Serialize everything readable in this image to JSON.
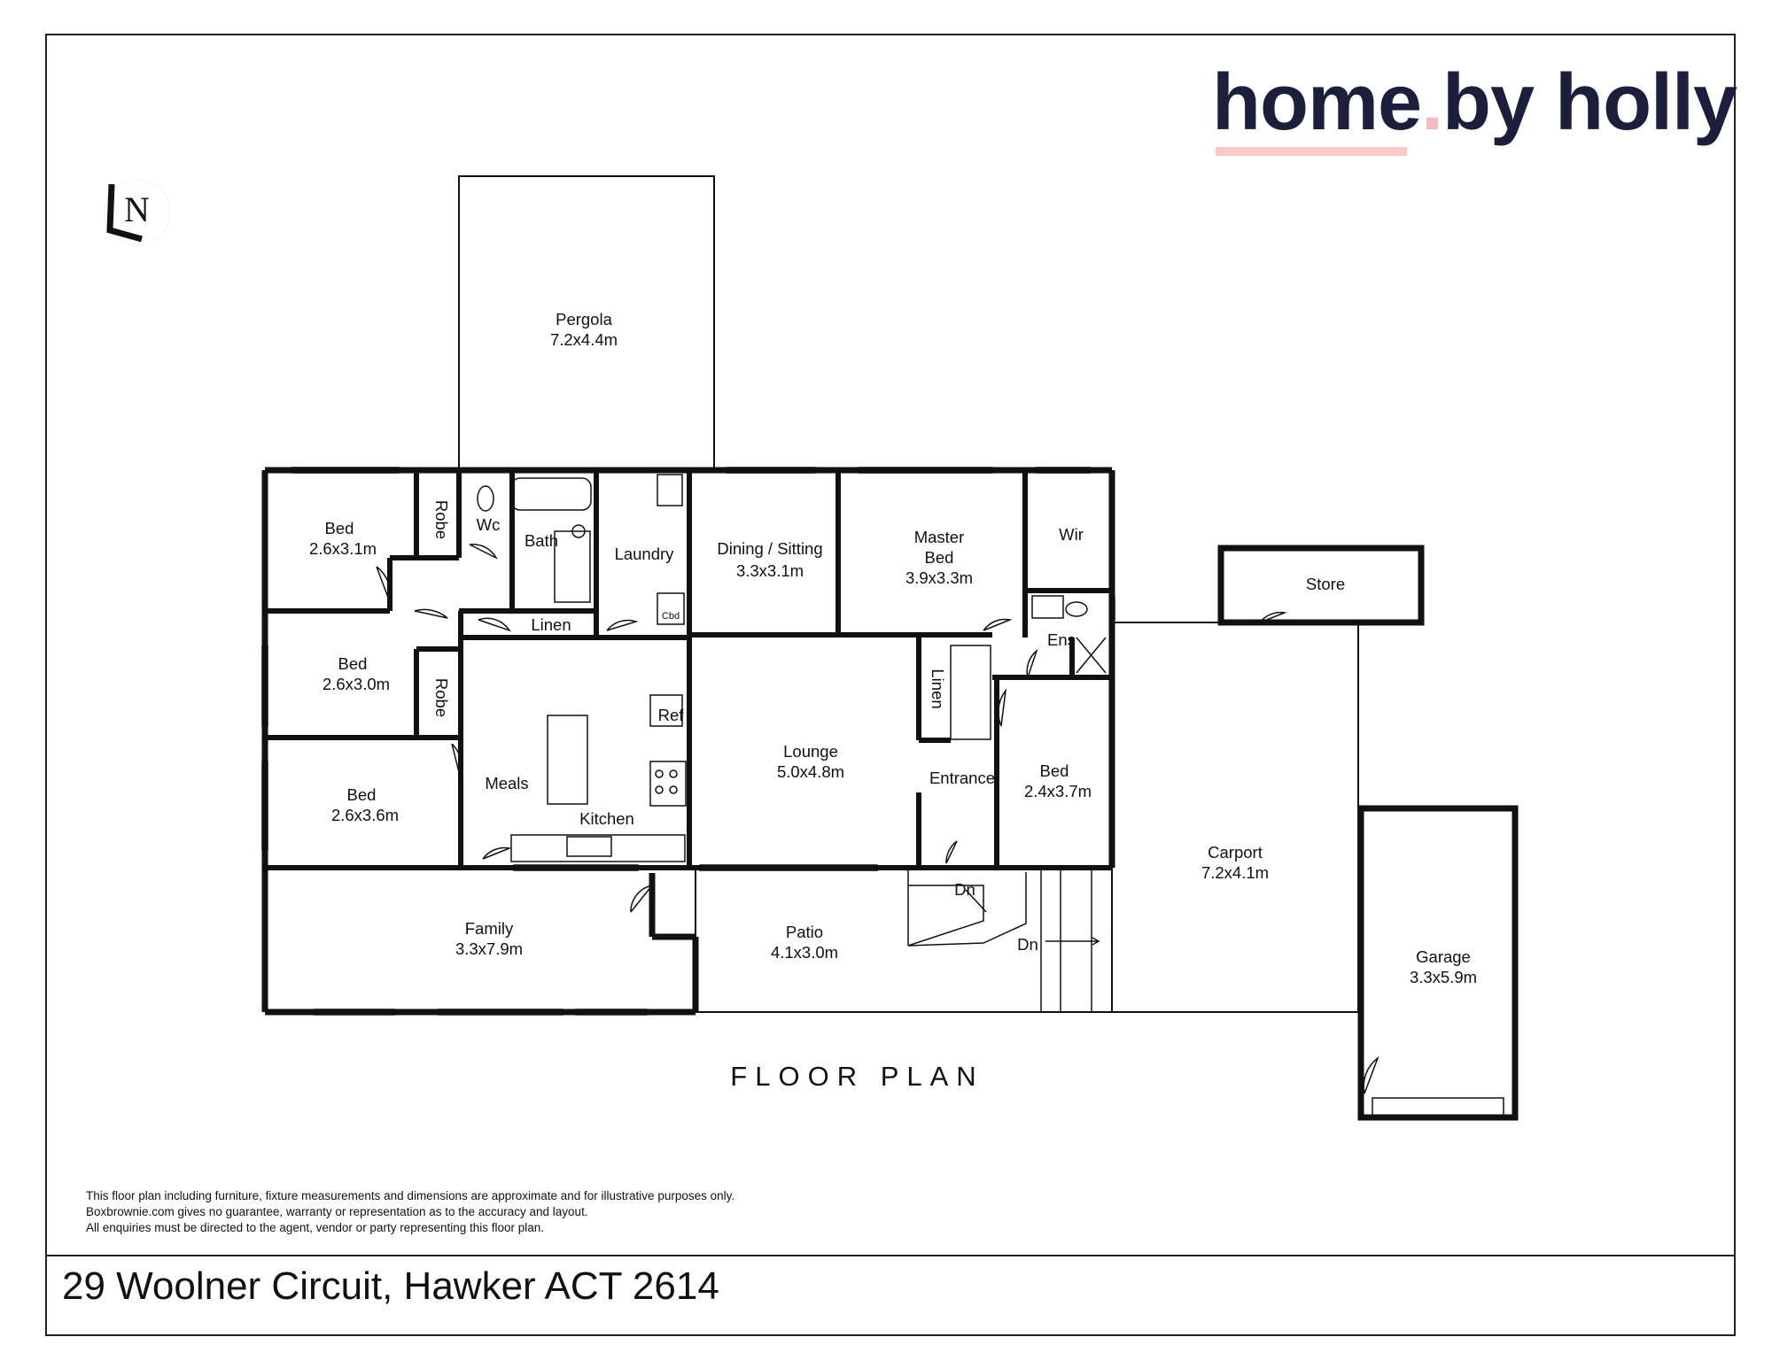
{
  "brand": {
    "part1": "home",
    "dot": ".",
    "part2": "by",
    "part3": "holly",
    "text_color": "#1b1f3b",
    "accent_color": "#f7caca"
  },
  "compass": {
    "letter": "N",
    "icon": "north-arrow-icon"
  },
  "plan_title": "FLOOR PLAN",
  "rooms": {
    "pergola": {
      "name": "Pergola",
      "size": "7.2x4.4m"
    },
    "bed1": {
      "name": "Bed",
      "size": "2.6x3.1m"
    },
    "robe1": {
      "name": "Robe"
    },
    "wc": {
      "name": "Wc"
    },
    "bath": {
      "name": "Bath"
    },
    "laundry": {
      "name": "Laundry"
    },
    "cbd": {
      "name": "Cbd"
    },
    "linen1": {
      "name": "Linen"
    },
    "dining": {
      "name": "Dining / Sitting",
      "size": "3.3x3.1m"
    },
    "master": {
      "name": "Master",
      "name2": "Bed",
      "size": "3.9x3.3m"
    },
    "wir": {
      "name": "Wir"
    },
    "ens": {
      "name": "Ens"
    },
    "store": {
      "name": "Store"
    },
    "bed2": {
      "name": "Bed",
      "size": "2.6x3.0m"
    },
    "robe2": {
      "name": "Robe"
    },
    "ref": {
      "name": "Ref"
    },
    "meals": {
      "name": "Meals"
    },
    "kitchen": {
      "name": "Kitchen"
    },
    "lounge": {
      "name": "Lounge",
      "size": "5.0x4.8m"
    },
    "linen2": {
      "name": "Linen"
    },
    "entrance": {
      "name": "Entrance"
    },
    "bed3": {
      "name": "Bed",
      "size": "2.4x3.7m"
    },
    "bed4": {
      "name": "Bed",
      "size": "2.6x3.6m"
    },
    "carport": {
      "name": "Carport",
      "size": "7.2x4.1m"
    },
    "family": {
      "name": "Family",
      "size": "3.3x7.9m"
    },
    "patio": {
      "name": "Patio",
      "size": "4.1x3.0m"
    },
    "dn1": {
      "name": "Dn"
    },
    "dn2": {
      "name": "Dn"
    },
    "garage": {
      "name": "Garage",
      "size": "3.3x5.9m"
    }
  },
  "disclaimer": [
    "This floor plan including furniture, fixture measurements and dimensions are approximate and for illustrative purposes only.",
    "Boxbrownie.com gives no guarantee, warranty or representation as to the accuracy and layout.",
    "All enquiries must be directed to the agent, vendor or party representing this floor plan."
  ],
  "address": "29 Woolner Circuit, Hawker ACT 2614"
}
